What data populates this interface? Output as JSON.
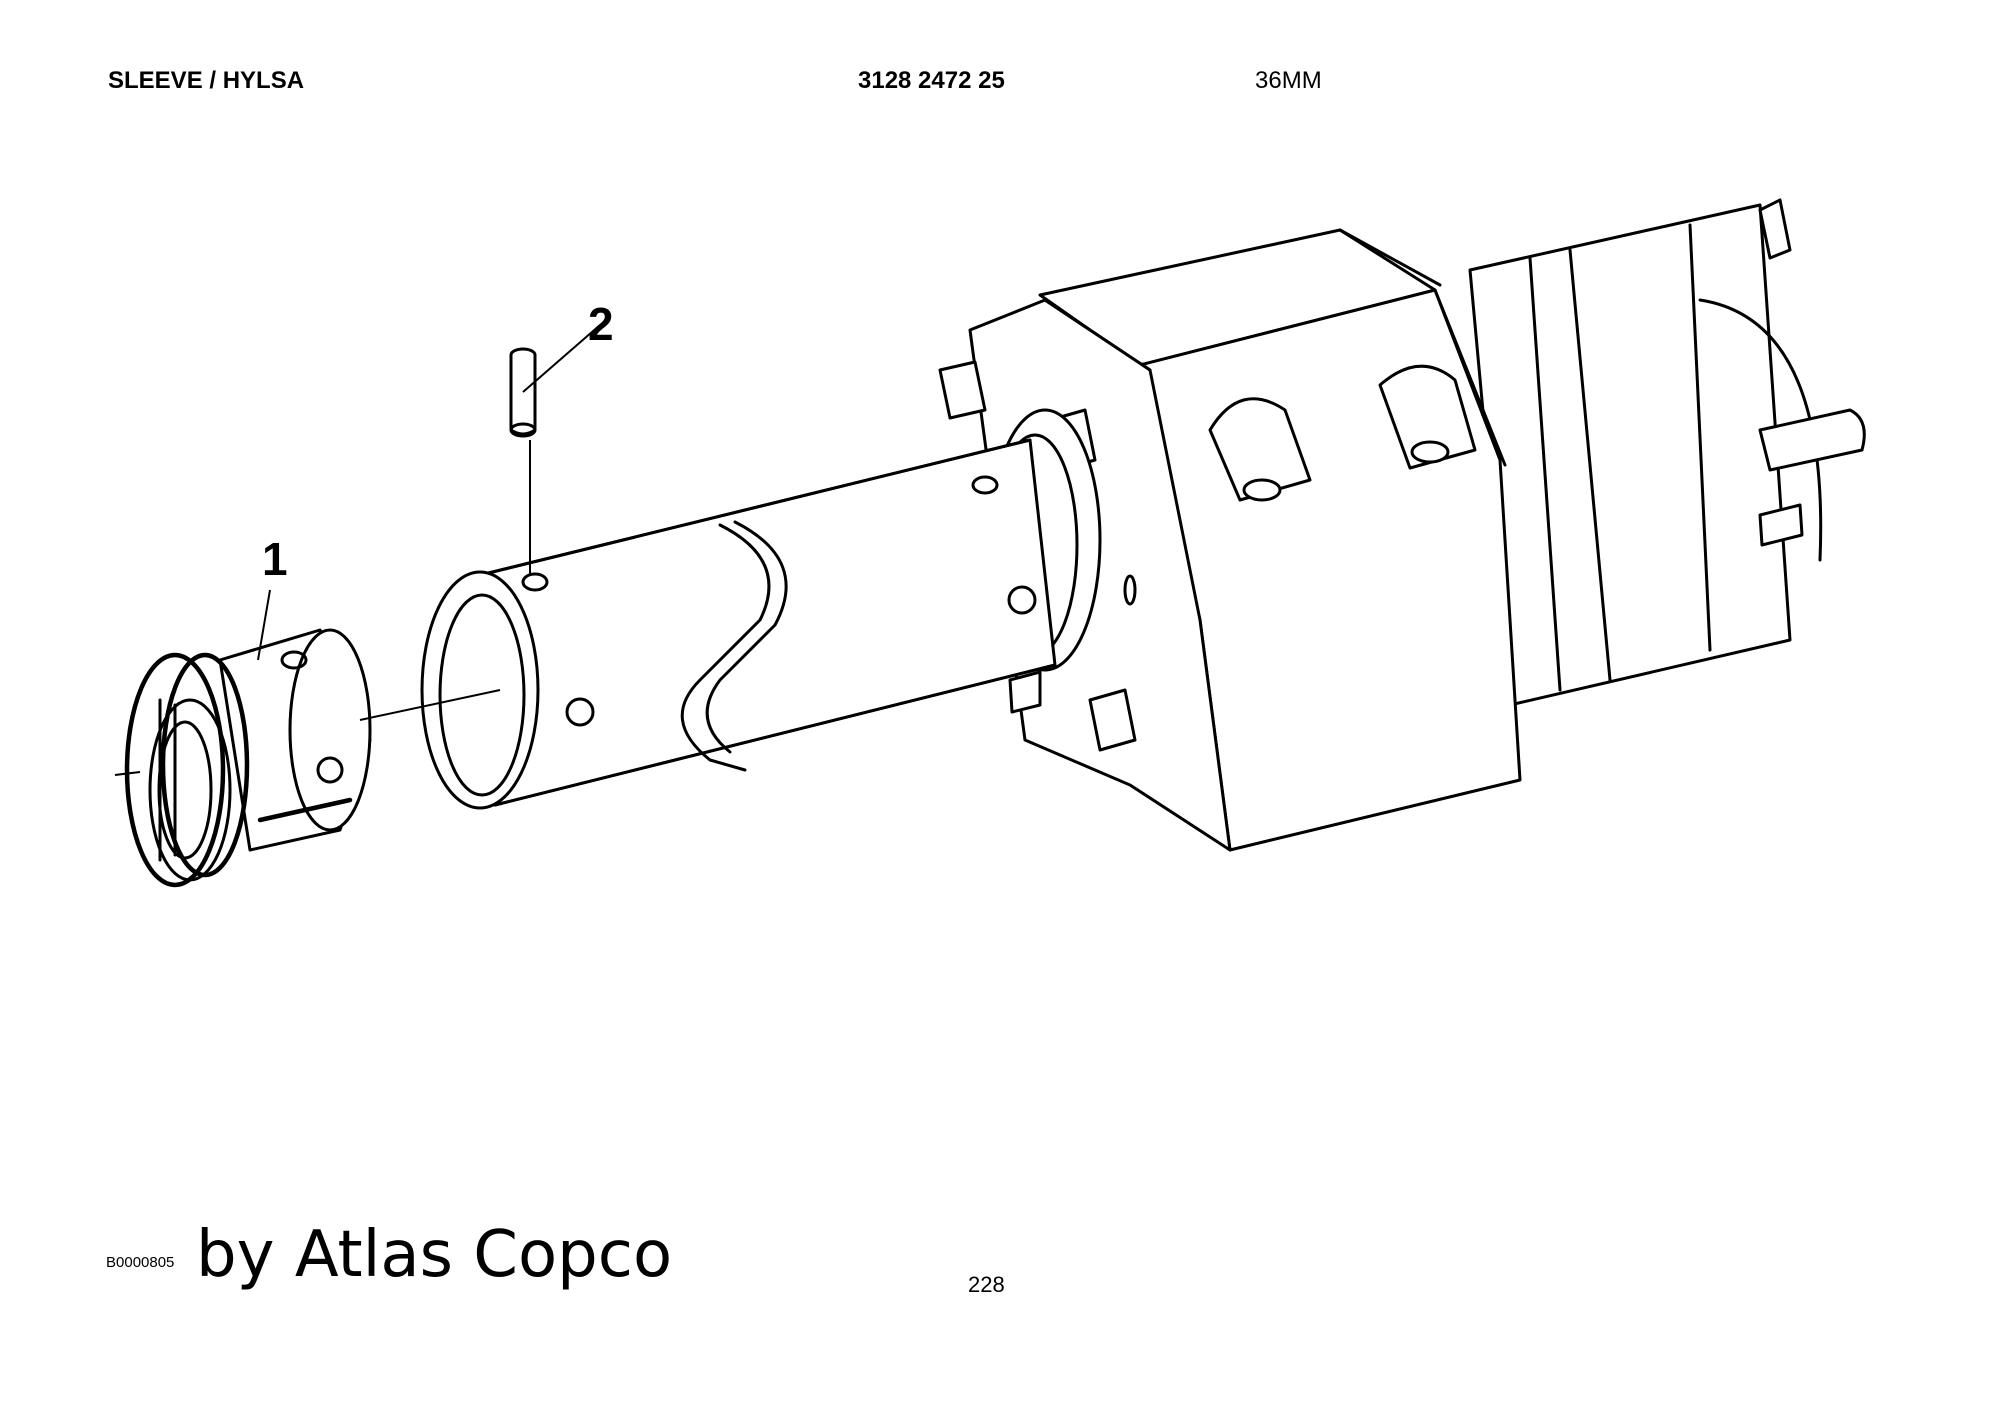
{
  "header": {
    "title": "SLEEVE / HYLSA",
    "part_number": "3128 2472 25",
    "size": "36MM"
  },
  "drawing": {
    "callouts": [
      {
        "id": "callout-1",
        "label": "1"
      },
      {
        "id": "callout-2",
        "label": "2"
      }
    ]
  },
  "footer": {
    "doc_id": "B0000805",
    "brand": "by Atlas Copco",
    "page_number": "228"
  }
}
